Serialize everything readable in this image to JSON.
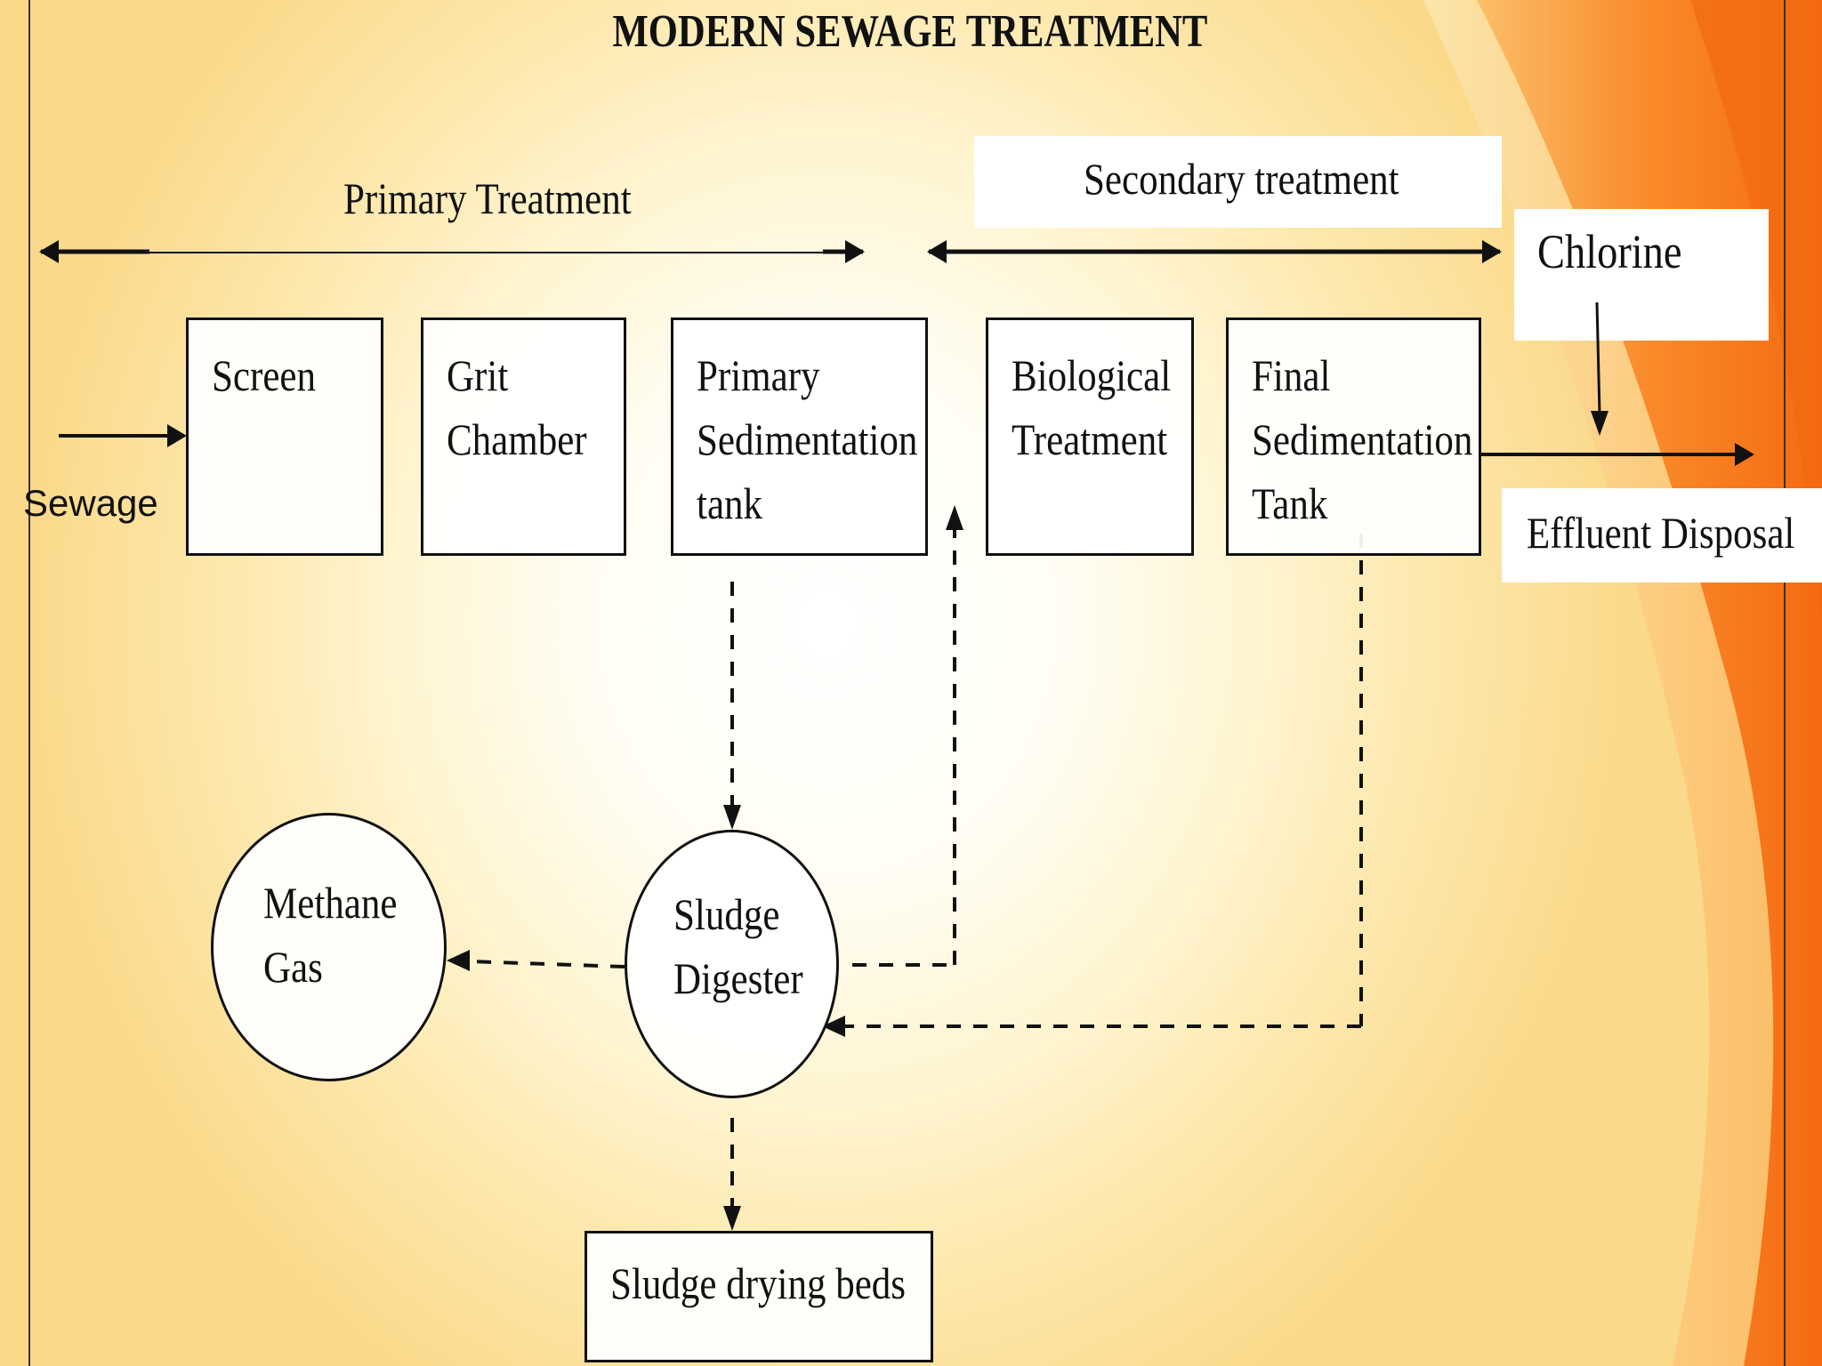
{
  "title": "MODERN SEWAGE TREATMENT",
  "input_label": "Sewage",
  "phases": {
    "primary": "Primary Treatment",
    "secondary": "Secondary treatment"
  },
  "stages": {
    "screen": [
      "Screen"
    ],
    "grit": [
      "Grit",
      "Chamber"
    ],
    "primary_sed": [
      "Primary",
      "Sedimentation",
      "tank"
    ],
    "biological": [
      "Biological",
      "Treatment"
    ],
    "final_sed": [
      "Final",
      "Sedimentation",
      "Tank"
    ]
  },
  "chlorine": "Chlorine",
  "effluent": "Effluent Disposal",
  "sludge_digester": [
    "Sludge",
    "Digester"
  ],
  "methane_gas": [
    "Methane",
    "Gas"
  ],
  "sludge_drying_beds": "Sludge drying beds",
  "colors": {
    "ink": "#111111",
    "accent_orange": "#f97316",
    "accent_light": "#fbd98a"
  }
}
